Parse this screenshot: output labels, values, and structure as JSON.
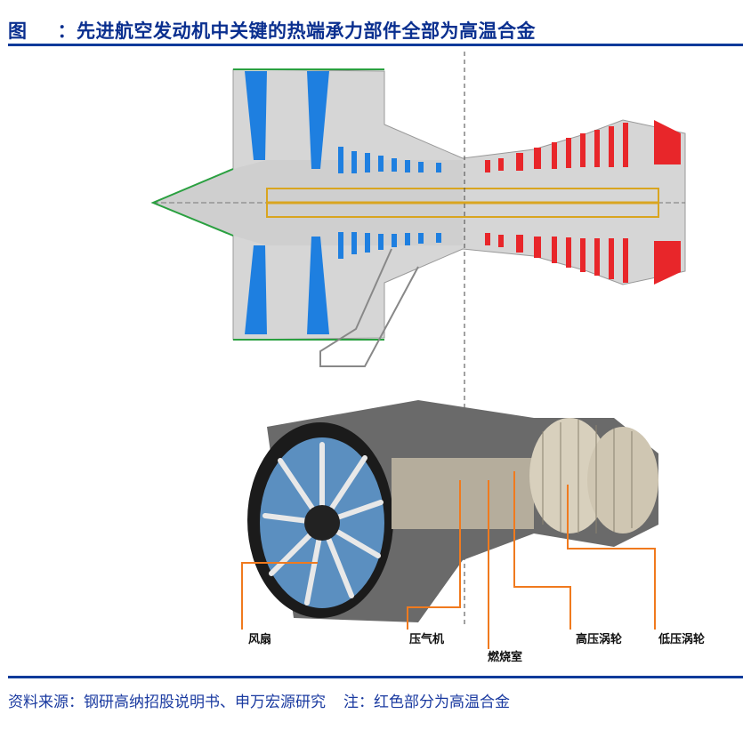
{
  "title": {
    "figure_label": "图",
    "colon": "：",
    "text": "先进航空发动机中关键的热端承力部件全部为高温合金"
  },
  "labels": {
    "fan": "风扇",
    "compressor": "压气机",
    "combustor": "燃烧室",
    "hpt": "高压涡轮",
    "lpt": "低压涡轮"
  },
  "footer": {
    "source": "资料来源：钢研高纳招股说明书、申万宏源研究",
    "note": "注：红色部分为高温合金"
  },
  "colors": {
    "title": "#0a2f8f",
    "cold_parts": "#1e7fe0",
    "hot_parts": "#e8262a",
    "leader": "#f07a1e"
  }
}
